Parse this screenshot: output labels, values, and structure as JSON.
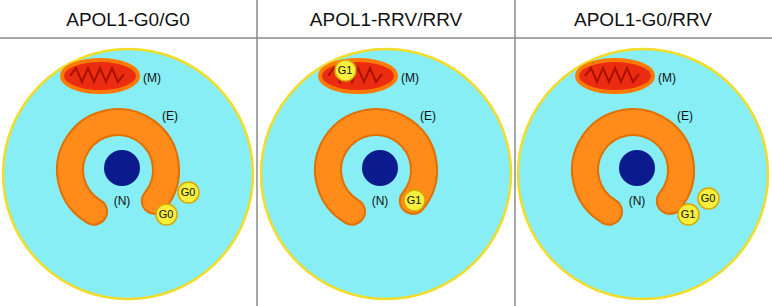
{
  "diagram": {
    "nodes": [
      {
        "text": [
          "G0"
        ]
      },
      {
        "text": [
          "G0"
        ]
      },
      {
        "text": [
          "G1"
        ]
      },
      {
        "text": [
          "G1"
        ]
      },
      {
        "text": [
          "G1"
        ]
      },
      {
        "text": [
          "G0"
        ]
      }
    ],
    "labels": [
      "APOL1-G0/G0",
      "APOL1-RRV/RRV",
      "APOL1-G0/RRV",
      "(M)",
      "(E)",
      "(N)",
      "(M)",
      "(E)",
      "(N)",
      "(M)",
      "(E)",
      "(N)"
    ]
  }
}
